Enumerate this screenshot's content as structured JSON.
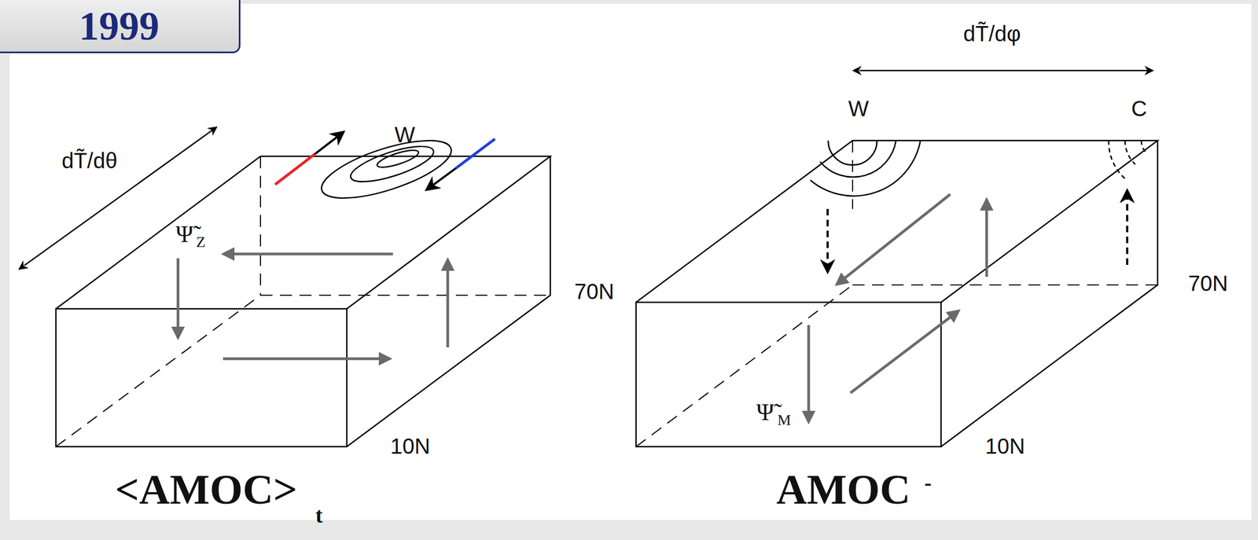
{
  "diagram": {
    "nodes": [
      {
        "text": [
          "1999"
        ]
      }
    ],
    "labels": [
      "dT̃/dθ",
      "W",
      "Ψ̃",
      "Z",
      "70N",
      "10N",
      "<AMOC>",
      "t",
      "dT̃/dφ",
      "W",
      "C",
      "70N",
      "Ψ̃",
      "M",
      "10N",
      "AMOC",
      "-"
    ]
  }
}
